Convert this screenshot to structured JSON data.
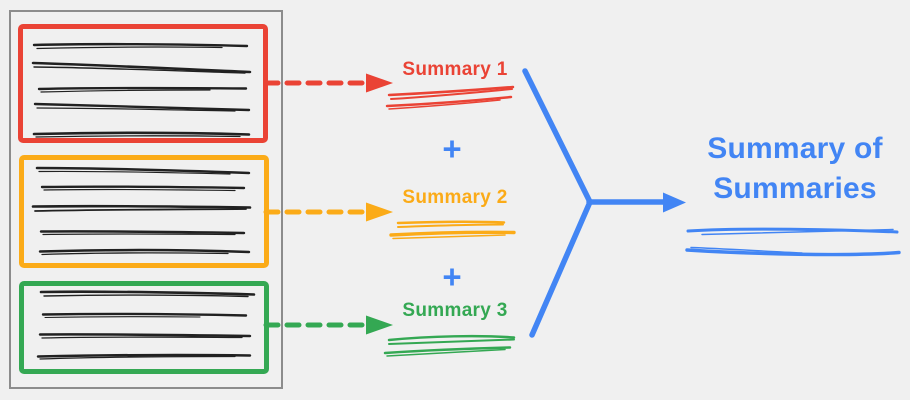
{
  "colors": {
    "red": "#EA4335",
    "orange": "#FBAB18",
    "green": "#34A853",
    "blue": "#4285F4",
    "ink": "#212121",
    "frame": "#8c8c8c",
    "bg": "#F0F0F0"
  },
  "document": {
    "sections": [
      {
        "id": "section-1",
        "color": "#EA4335",
        "text_lines": 5
      },
      {
        "id": "section-2",
        "color": "#FBAB18",
        "text_lines": 5
      },
      {
        "id": "section-3",
        "color": "#34A853",
        "text_lines": 4
      }
    ]
  },
  "summaries": [
    {
      "label": "Summary 1",
      "color": "#EA4335"
    },
    {
      "label": "Summary 2",
      "color": "#FBAB18"
    },
    {
      "label": "Summary 3",
      "color": "#34A853"
    }
  ],
  "operator": "+",
  "result": {
    "label": "Summary of Summaries",
    "color": "#4285F4"
  }
}
